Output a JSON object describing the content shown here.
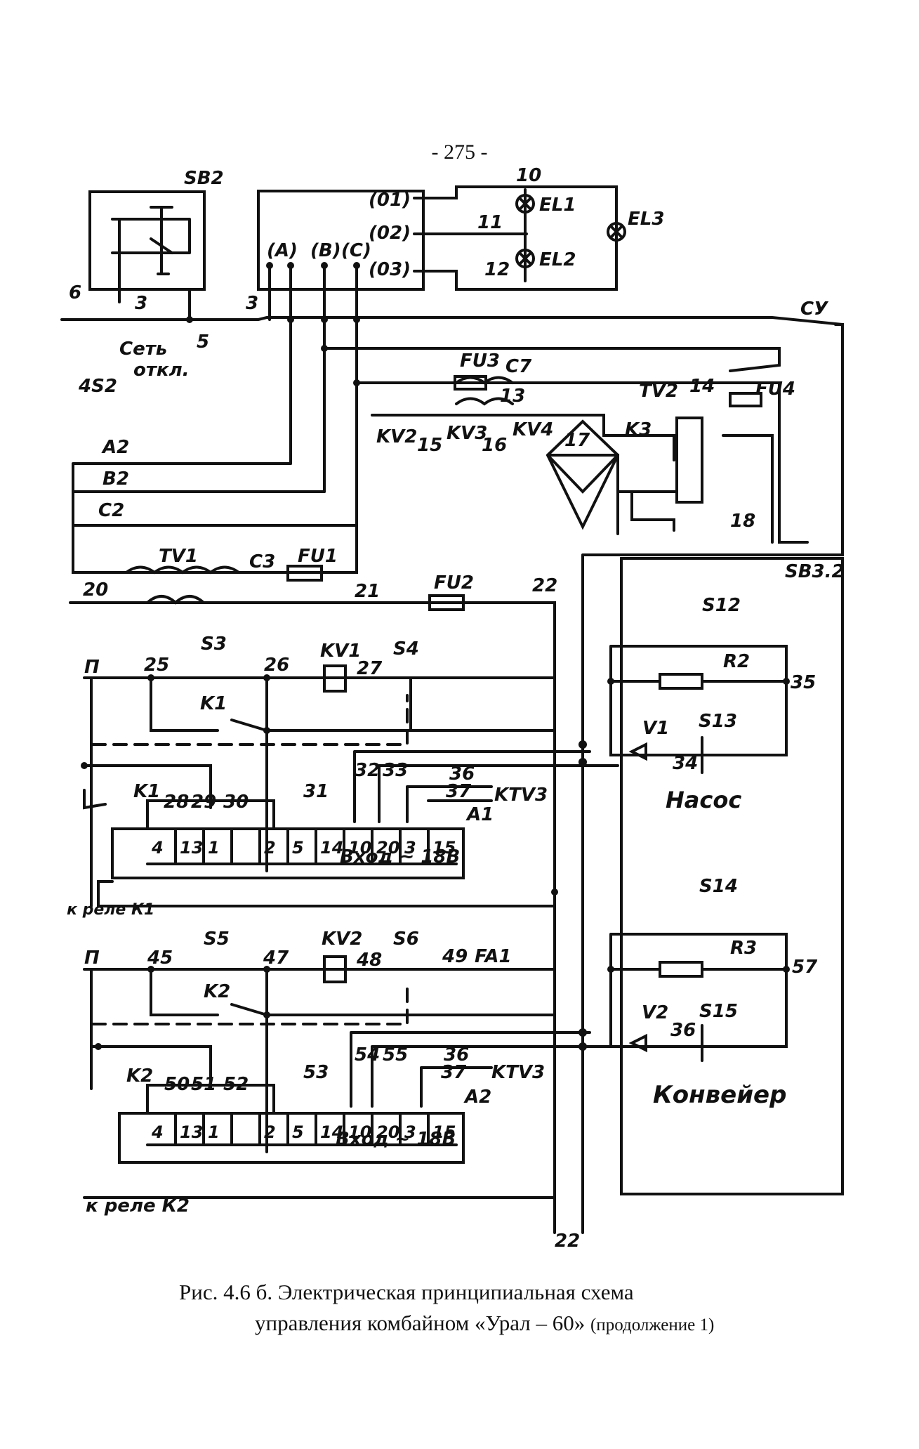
{
  "page_number": "- 275 -",
  "caption": {
    "line1": "Рис. 4.6 б. Электрическая принципиальная схема",
    "line2_main": "управления комбайном «Урал – 60»",
    "line2_small": "(продолжение 1)"
  },
  "labels": {
    "sb2": "SB2",
    "n10": "10",
    "el1": "EL1",
    "el2": "EL2",
    "el3": "EL3",
    "n11": "11",
    "n12": "12",
    "o1": "(01)",
    "o2": "(02)",
    "o3": "(03)",
    "pa": "(A)",
    "pb": "(B)",
    "pc": "(C)",
    "n6": "6",
    "n3a": "3",
    "n3b": "3",
    "n5": "5",
    "set1": "Сеть",
    "set2": "откл.",
    "s452": "4S2",
    "cy": "СУ",
    "fu3": "FU3",
    "c7": "C7",
    "n13": "13",
    "tv2": "TV2",
    "n14": "14",
    "fu4": "FU4",
    "kv2": "KV2",
    "n15": "15",
    "kv3": "KV3",
    "n16": "16",
    "kv4": "KV4",
    "n17": "17",
    "k3": "K3",
    "n18": "18",
    "a2": "A2",
    "b2": "B2",
    "c2": "C2",
    "tv1": "TV1",
    "c3": "C3",
    "fu1": "FU1",
    "n20": "20",
    "n21": "21",
    "fu2": "FU2",
    "n22": "22",
    "sb32": "SB3.2",
    "s12": "S12",
    "r2": "R2",
    "n35": "35",
    "v1": "V1",
    "s13": "S13",
    "n34": "34",
    "nasos": "Насос",
    "p1": "П",
    "n25": "25",
    "s3": "S3",
    "n26": "26",
    "kv1": "KV1",
    "n27": "27",
    "s4": "S4",
    "k1": "K1",
    "k1b": "K1",
    "n28": "28",
    "n29": "29",
    "n30": "30",
    "n31": "31",
    "n32": "32",
    "n33": "33",
    "n36": "36",
    "n37": "37",
    "ktv3": "KTV3",
    "a1": "A1",
    "vhod1": "Вход ~ 18В",
    "rele1": "к реле К1",
    "s14": "S14",
    "r3": "R3",
    "n57": "57",
    "v2": "V2",
    "s15": "S15",
    "n36b": "36",
    "konv": "Конвейер",
    "p2": "П",
    "n45": "45",
    "s5": "S5",
    "n47": "47",
    "kv2b": "KV2",
    "n48": "48",
    "s6": "S6",
    "n49": "49",
    "fa1": "FA1",
    "k2": "K2",
    "k2b": "K2",
    "n50": "50",
    "n51": "51",
    "n52": "52",
    "n53": "53",
    "n54": "54",
    "n55": "55",
    "n36c": "36",
    "n37c": "37",
    "ktv3b": "KTV3",
    "a2b": "A2",
    "vhod2": "Вход ~ 18В",
    "rele2": "к реле К2",
    "n22b": "22"
  },
  "terminals1": [
    "4",
    "13",
    "1",
    "",
    "2",
    "5",
    "14",
    "10",
    "20",
    "3",
    "15"
  ],
  "terminals2": [
    "4",
    "13",
    "1",
    "",
    "2",
    "5",
    "14",
    "10",
    "20",
    "3",
    "15"
  ]
}
